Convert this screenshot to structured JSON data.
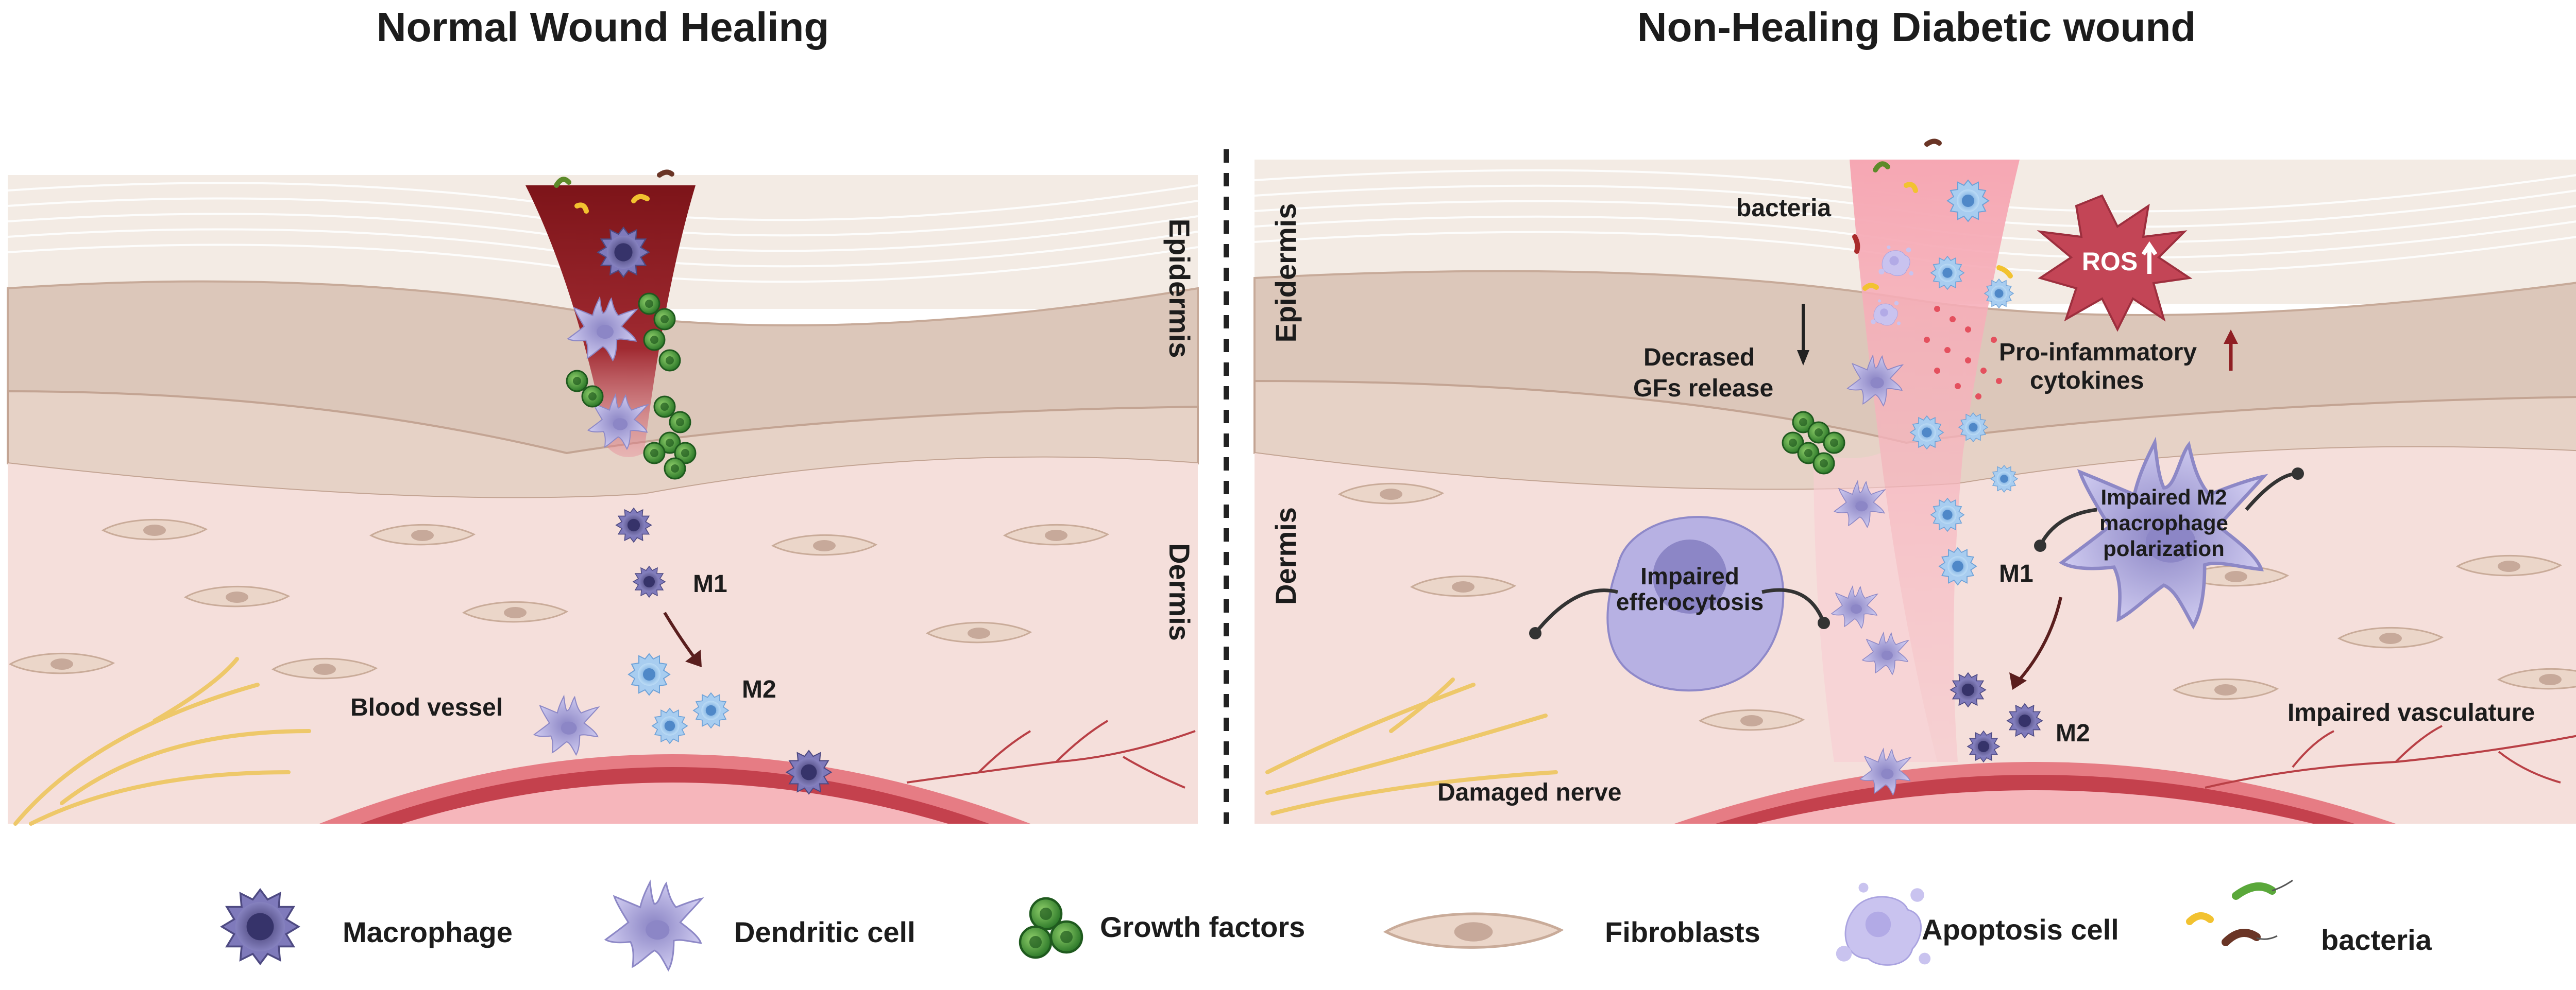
{
  "panels": {
    "left_title": "Normal Wound Healing",
    "right_title": "Non-Healing Diabetic wound"
  },
  "layers": {
    "epidermis": "Epidermis",
    "dermis": "Dermis"
  },
  "left_labels": {
    "m1": "M1",
    "m2": "M2",
    "blood_vessel": "Blood vessel"
  },
  "right_labels": {
    "bacteria": "bacteria",
    "ros": "ROS",
    "pro_inflammatory_1": "Pro-infammatory",
    "pro_inflammatory_2": "cytokines",
    "decreased_gfs_1": "Decrased",
    "decreased_gfs_2": "GFs release",
    "impaired_m2_1": "Impaired M2",
    "impaired_m2_2": "macrophage",
    "impaired_m2_3": "polarization",
    "impaired_eff_1": "Impaired",
    "impaired_eff_2": "efferocytosis",
    "m1": "M1",
    "m2": "M2",
    "impaired_vasculature": "Impaired vasculature",
    "damaged_nerve": "Damaged nerve"
  },
  "legend": [
    {
      "key": "macrophage",
      "label": "Macrophage"
    },
    {
      "key": "dendritic",
      "label": "Dendritic cell"
    },
    {
      "key": "growth",
      "label": "Growth factors"
    },
    {
      "key": "fibroblast",
      "label": "Fibroblasts"
    },
    {
      "key": "apoptosis",
      "label": "Apoptosis cell"
    },
    {
      "key": "bacteria",
      "label": "bacteria"
    }
  ],
  "colors": {
    "skin_layer": "#f2e8e1",
    "epidermis_band": "#dcc6b8",
    "dermis": "#f5dedb",
    "wound_dark": "#8f1f24",
    "wound_pink": "#f4a9b4",
    "macrophage": "#6f6aa8",
    "dendritic": "#b9b4e0",
    "m2_cell": "#9dc6ec",
    "growth_factor": "#3f8f36",
    "vessel": "#d9616c",
    "nerve": "#f0cf6f",
    "ros": "#c34556"
  }
}
